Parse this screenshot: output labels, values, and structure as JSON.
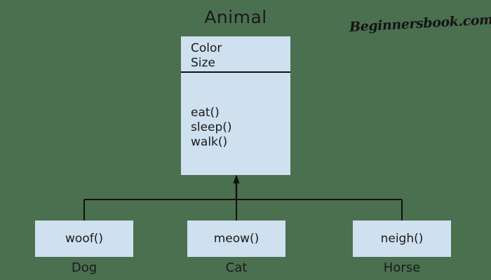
{
  "diagram": {
    "title": "Animal",
    "watermark": "Beginnersbook.com",
    "background_color": "#4b7050",
    "box_fill_color": "#cfe0ef",
    "line_color": "#111111",
    "text_color": "#1a1a1a",
    "relationship": "inheritance"
  },
  "parent_class": {
    "name": "Animal",
    "attributes": [
      {
        "label": "Color"
      },
      {
        "label": "Size"
      }
    ],
    "methods": [
      {
        "label": "eat()"
      },
      {
        "label": "sleep()"
      },
      {
        "label": "walk()"
      }
    ]
  },
  "child_classes": [
    {
      "name": "Dog",
      "method": "woof()"
    },
    {
      "name": "Cat",
      "method": "meow()"
    },
    {
      "name": "Horse",
      "method": "neigh()"
    }
  ]
}
